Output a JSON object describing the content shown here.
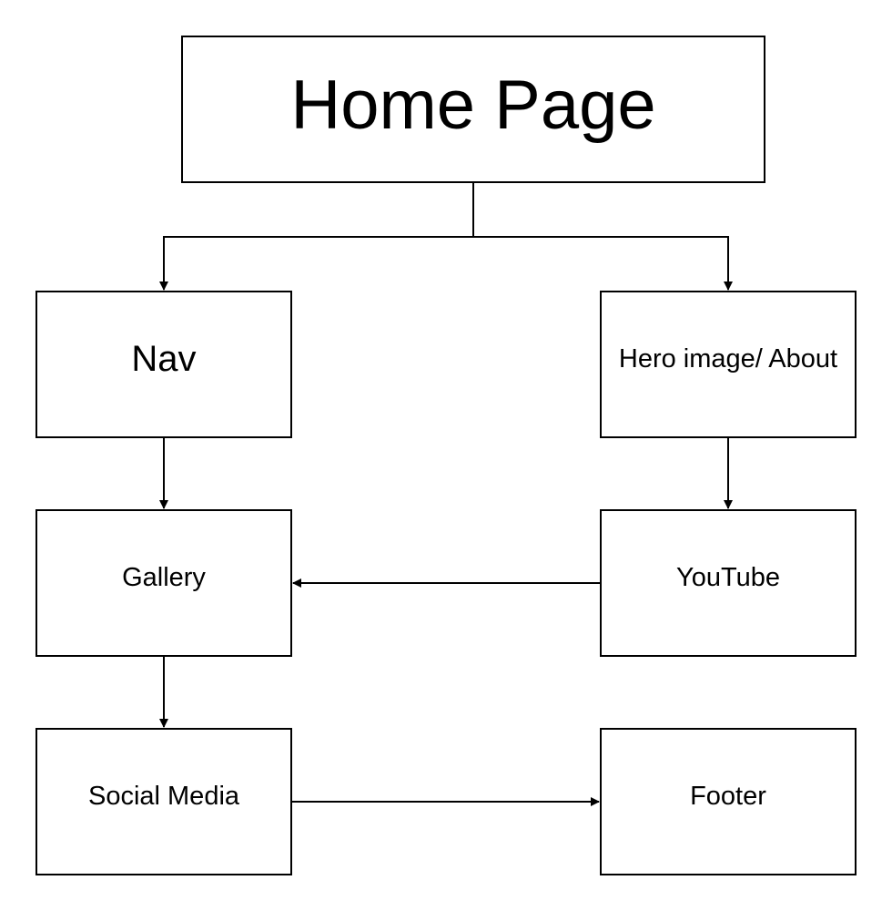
{
  "diagram": {
    "nodes": {
      "home": "Home Page",
      "nav": "Nav",
      "hero": "Hero image/ About",
      "gallery": "Gallery",
      "youtube": "YouTube",
      "social": "Social Media",
      "footer": "Footer"
    },
    "edges": [
      {
        "from": "home",
        "to": "nav"
      },
      {
        "from": "home",
        "to": "hero"
      },
      {
        "from": "nav",
        "to": "gallery"
      },
      {
        "from": "hero",
        "to": "youtube"
      },
      {
        "from": "youtube",
        "to": "gallery"
      },
      {
        "from": "gallery",
        "to": "social"
      },
      {
        "from": "social",
        "to": "footer"
      }
    ],
    "colors": {
      "stroke": "#000000",
      "fill": "#ffffff",
      "text": "#000000"
    }
  }
}
